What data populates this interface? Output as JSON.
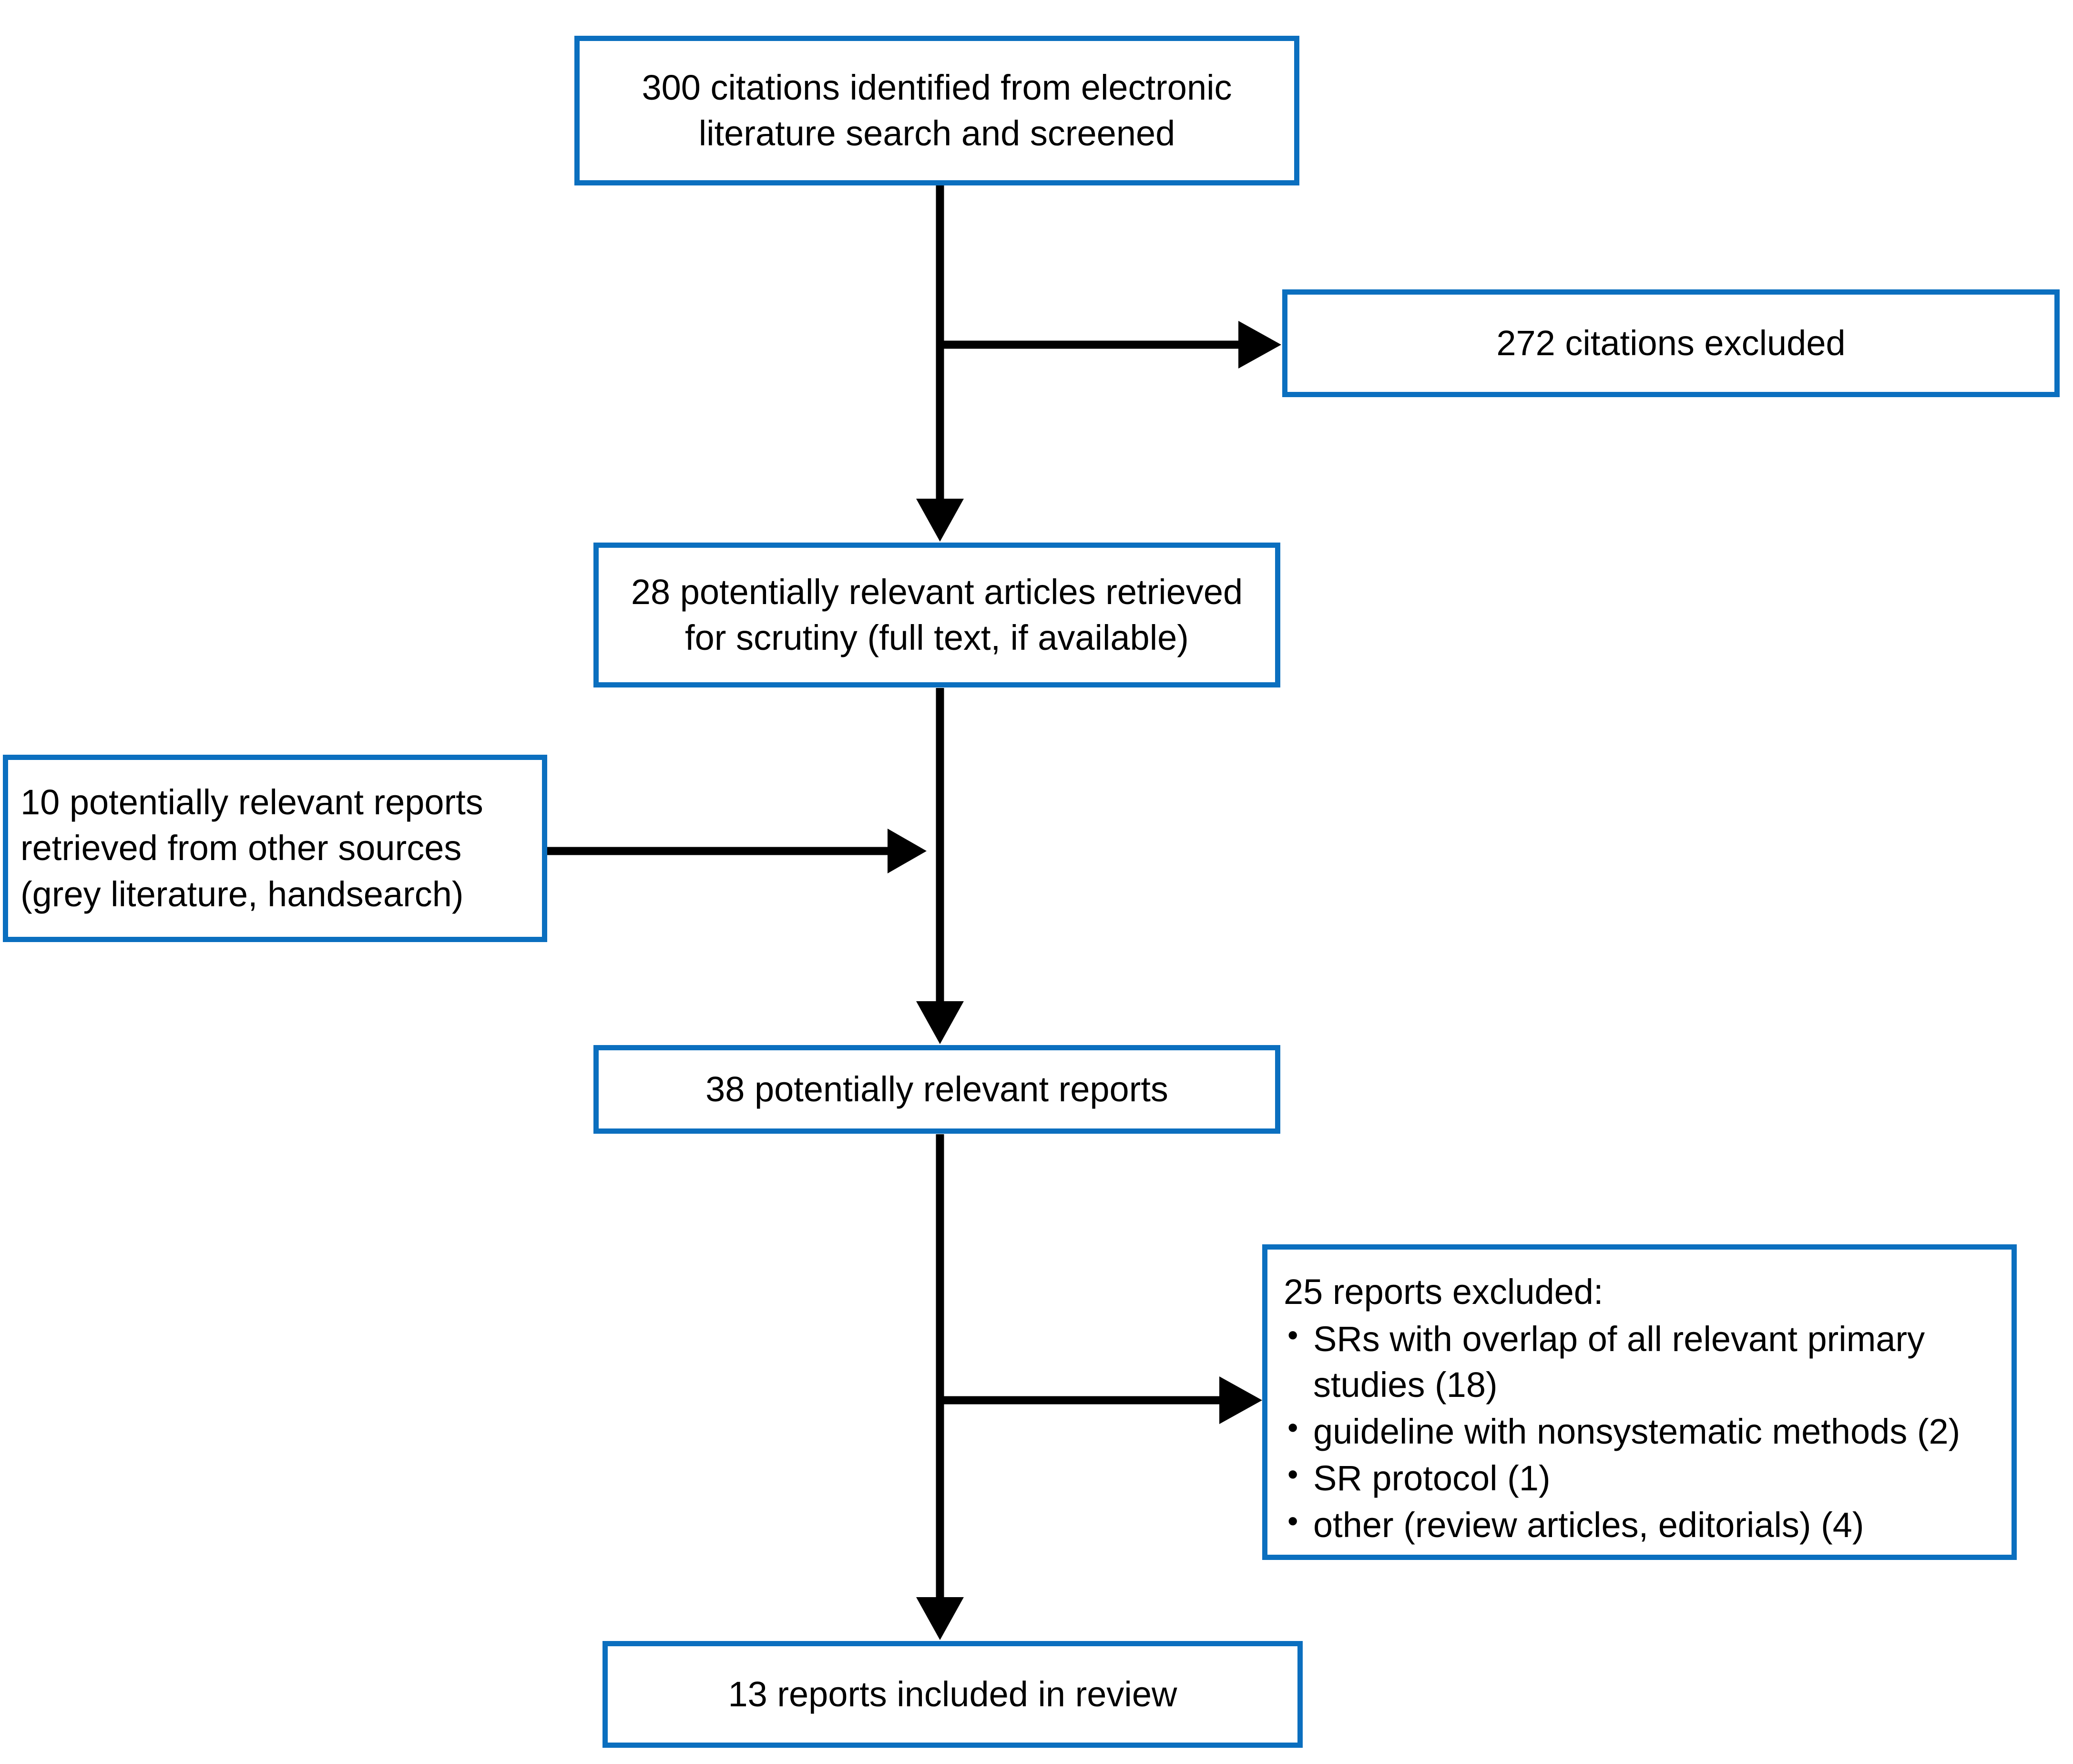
{
  "diagram": {
    "type": "prisma-flow-diagram",
    "accent_color": "#0B6FBF",
    "line_color": "#000000",
    "background_color": "#FFFFFF",
    "nodes": {
      "identified": {
        "label": "300 citations identified from electronic\nliterature search and screened",
        "count": 300
      },
      "excluded_citations": {
        "label": "272 citations excluded",
        "count": 272
      },
      "retrieved": {
        "label": "28 potentially relevant articles retrieved\nfor scrutiny (full text, if available)",
        "count": 28
      },
      "other_sources": {
        "label": "10 potentially relevant reports\nretrieved from other sources\n(grey literature, handsearch)",
        "count": 10
      },
      "potentially_relevant": {
        "label": "38 potentially relevant reports",
        "count": 38
      },
      "excluded_reports": {
        "title": "25 reports excluded:",
        "count": 25,
        "reasons": [
          "SRs with overlap of all relevant primary studies (18)",
          "guideline with nonsystematic methods (2)",
          "SR protocol (1)",
          "other (review articles, editorials) (4)"
        ]
      },
      "included": {
        "label": "13 reports included in review",
        "count": 13
      }
    },
    "edges": [
      {
        "from": "identified",
        "to": "retrieved",
        "kind": "vertical-arrow"
      },
      {
        "from": "identified",
        "to": "excluded_citations",
        "kind": "branch-right-arrow"
      },
      {
        "from": "other_sources",
        "to": "retrieved-to-potentially-relevant-trunk",
        "kind": "horizontal-arrow"
      },
      {
        "from": "retrieved",
        "to": "potentially_relevant",
        "kind": "vertical-arrow"
      },
      {
        "from": "potentially_relevant",
        "to": "included",
        "kind": "vertical-arrow"
      },
      {
        "from": "potentially_relevant",
        "to": "excluded_reports",
        "kind": "branch-right-arrow"
      }
    ]
  }
}
